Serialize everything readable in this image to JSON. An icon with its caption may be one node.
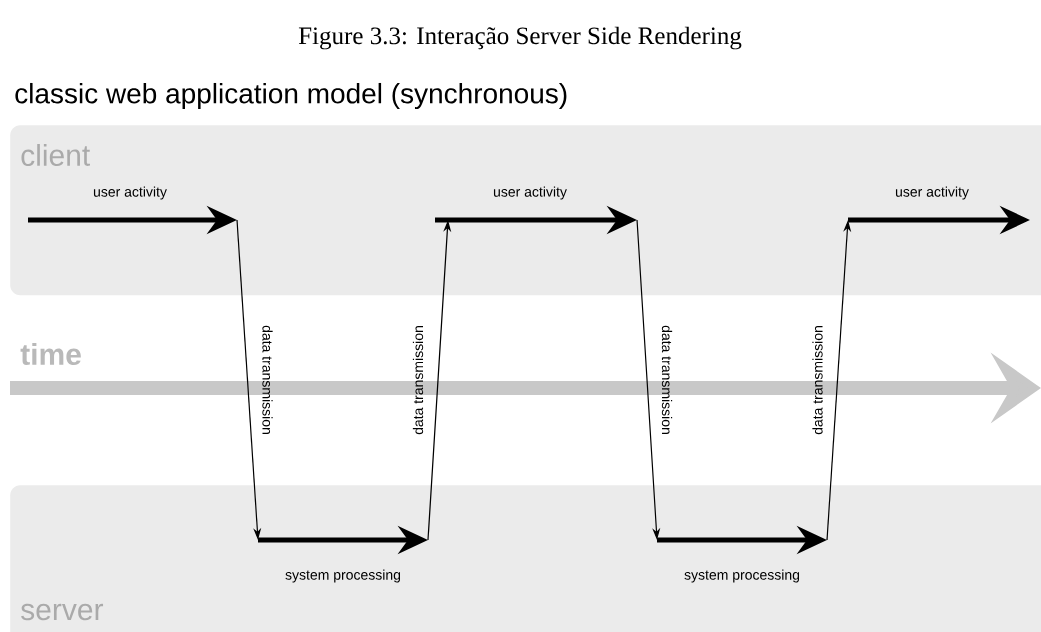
{
  "diagram": {
    "caption": "Figure 3.3: Interação Server Side Rendering",
    "title": "classic web application model (synchronous)",
    "nodes": [
      {
        "text": [
          "client"
        ]
      },
      {
        "text": [
          "server"
        ]
      }
    ],
    "edges": [
      {
        "from": 0,
        "to": 1,
        "arrow": "to",
        "label": "data transmission"
      },
      {
        "from": 1,
        "to": 0,
        "arrow": "to",
        "label": "data transmission"
      },
      {
        "from": 0,
        "to": 1,
        "arrow": "to",
        "label": "data transmission"
      },
      {
        "from": 1,
        "to": 0,
        "arrow": "to",
        "label": "data transmission"
      }
    ],
    "labels": [
      "user activity",
      "user activity",
      "user activity",
      "time",
      "system processing",
      "system processing"
    ]
  }
}
